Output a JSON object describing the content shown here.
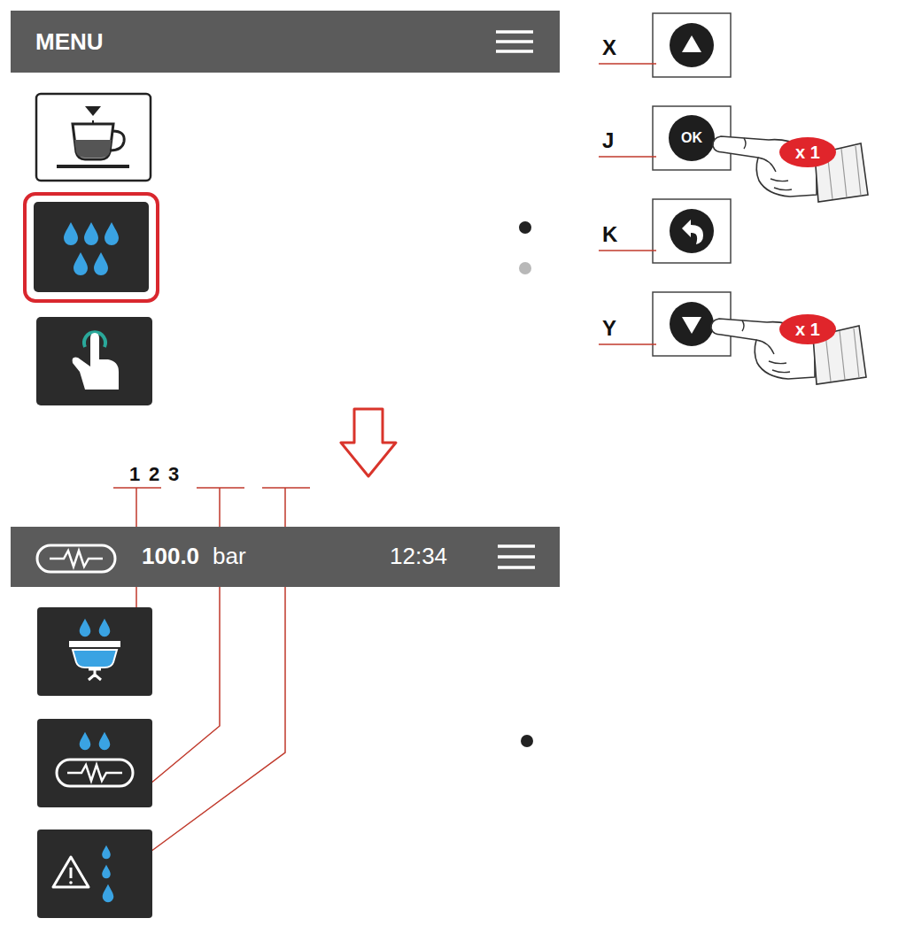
{
  "diagram": {
    "nodes": [
      {
        "text": [
          "MENU"
        ]
      },
      {
        "text": [
          "OK"
        ]
      },
      {
        "text": [
          "x 1"
        ]
      },
      {
        "text": [
          "x 1"
        ]
      },
      {
        "text": [
          "100.0",
          "bar",
          "12:34"
        ]
      }
    ],
    "labels": [
      "X",
      "J",
      "K",
      "Y",
      "1",
      "2",
      "3"
    ]
  }
}
